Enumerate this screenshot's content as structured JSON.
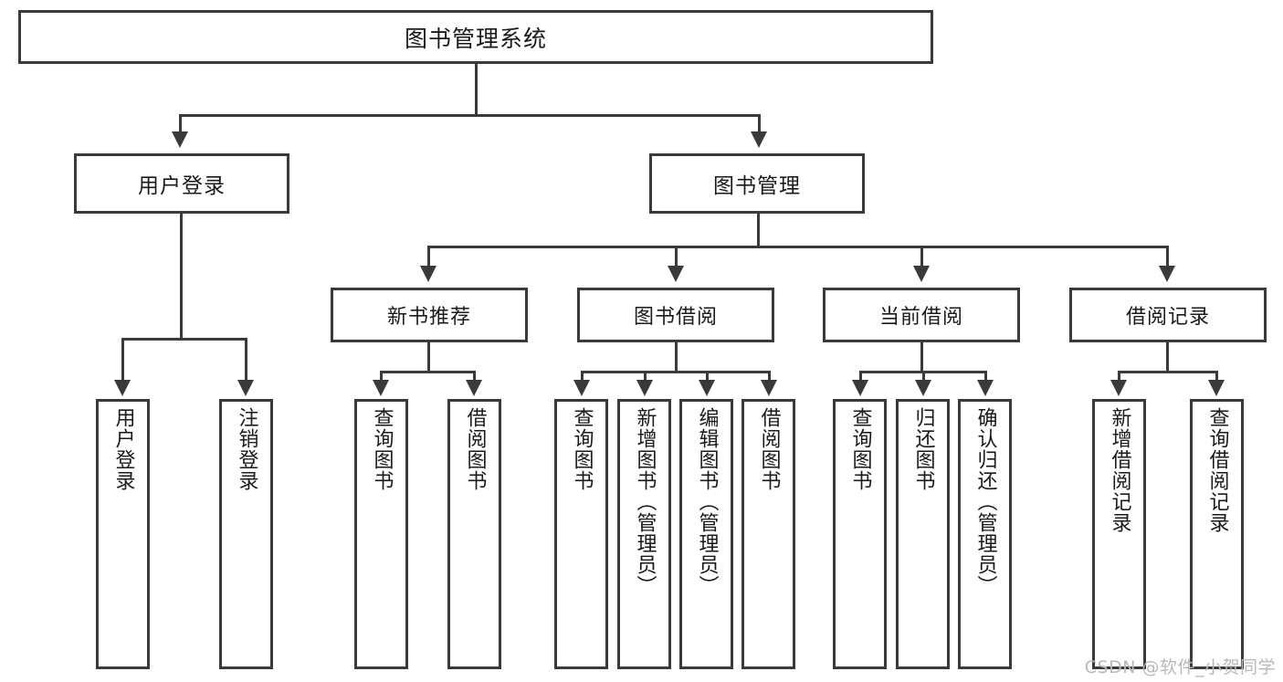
{
  "diagram": {
    "type": "tree-hierarchy",
    "title": "图书管理系统",
    "watermark": "CSDN @软件_小贺同学",
    "colors": {
      "stroke": "#3a3a3a",
      "fill": "#ffffff",
      "text": "#1a1a1a",
      "watermark": "#b9b9b9"
    },
    "nodes": {
      "root": {
        "label": "图书管理系统"
      },
      "level2": [
        {
          "id": "user-login",
          "label": "用户登录"
        },
        {
          "id": "book-management",
          "label": "图书管理"
        }
      ],
      "level3": [
        {
          "id": "new-book-recommend",
          "label": "新书推荐"
        },
        {
          "id": "book-borrow",
          "label": "图书借阅"
        },
        {
          "id": "current-borrow",
          "label": "当前借阅"
        },
        {
          "id": "borrow-record",
          "label": "借阅记录"
        }
      ],
      "leaves": {
        "user_login": [
          {
            "id": "leaf-user-login",
            "label": "用户登录"
          },
          {
            "id": "leaf-logout-login",
            "label": "注销登录"
          }
        ],
        "new_book_recommend": [
          {
            "id": "leaf-query-book-1",
            "label": "查询图书"
          },
          {
            "id": "leaf-borrow-book-1",
            "label": "借阅图书"
          }
        ],
        "book_borrow": [
          {
            "id": "leaf-query-book-2",
            "label": "查询图书"
          },
          {
            "id": "leaf-add-book",
            "label": "新增图书（管理员）"
          },
          {
            "id": "leaf-edit-book",
            "label": "编辑图书（管理员）"
          },
          {
            "id": "leaf-borrow-book-2",
            "label": "借阅图书"
          }
        ],
        "current_borrow": [
          {
            "id": "leaf-query-book-3",
            "label": "查询图书"
          },
          {
            "id": "leaf-return-book",
            "label": "归还图书"
          },
          {
            "id": "leaf-confirm-return",
            "label": "确认归还（管理员）"
          }
        ],
        "borrow_record": [
          {
            "id": "leaf-add-borrow-record",
            "label": "新增借阅记录"
          },
          {
            "id": "leaf-query-borrow-record",
            "label": "查询借阅记录"
          }
        ]
      }
    }
  }
}
